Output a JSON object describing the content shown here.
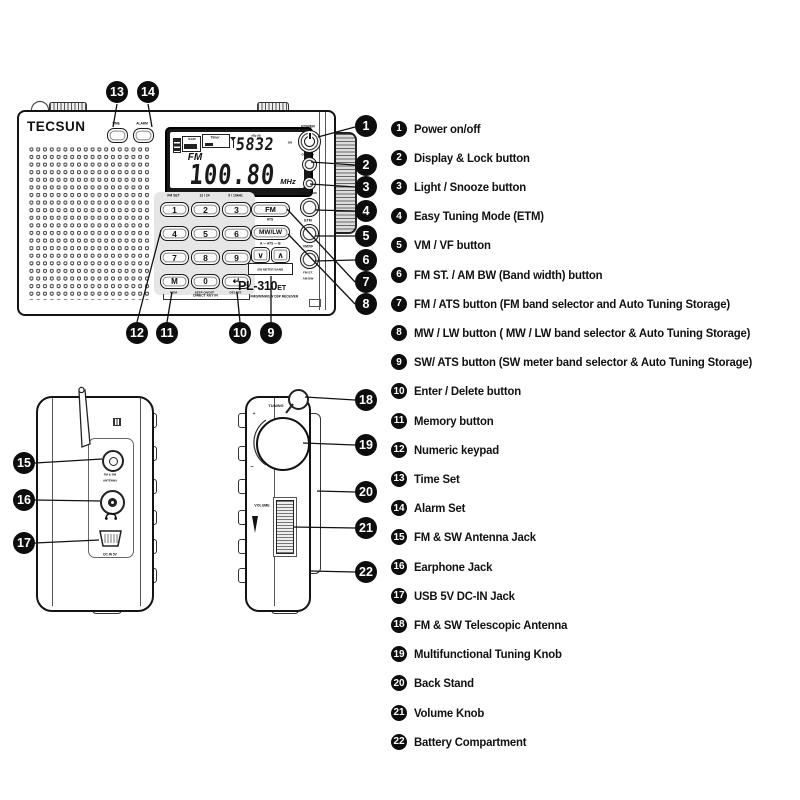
{
  "brand": "TECSUN",
  "model": "PL-310",
  "model_suffix": "ET",
  "tagline": "FM/SW/MW/LW DSP RECEIVER",
  "lcd": {
    "signal": "5832",
    "signal_units": "dBµ   dB",
    "sn": "S/N",
    "band": "FM",
    "freq": "100.80",
    "unit": "MHz",
    "sleep": "SLEEP",
    "timer": "Timer"
  },
  "top_buttons": {
    "time": "TIME",
    "alarm": "ALARM"
  },
  "side_buttons": {
    "power": "POWER",
    "display": "DISPLAY",
    "lock_hint": "[ = ]",
    "light_snooze": "LIGHT/SNOOZE",
    "etm": "ETM",
    "vmvf": "VM/VF",
    "fmst": "FM ST.",
    "ambw": "AM BW"
  },
  "keypad": {
    "hints": [
      "FM SET",
      "12 / 24",
      "9 / 10kHz"
    ],
    "keys": [
      "1",
      "2",
      "3",
      "4",
      "5",
      "6",
      "7",
      "8",
      "9"
    ],
    "m_key": "M",
    "m_hint": "MEM",
    "zero_key": "0",
    "zero_hint": "BEEP ON/OFF",
    "enter_key": "↵",
    "enter_hint": "DELETE",
    "direct_key_in": "DIRECT KEY IN"
  },
  "band_keys": {
    "fm": "FM",
    "ats": "ATS",
    "mwlw": "MW/LW",
    "ats_ab": "A — ATS — B",
    "down": "∨",
    "up": "∧",
    "sw_meter": "SW METER BAND"
  },
  "left_side": {
    "antenna_jack_line1": "FM & SW",
    "antenna_jack_line2": "ANTENNA",
    "dc": "DC IN 5V"
  },
  "right_side": {
    "tuning": "TUNING",
    "plus": "+",
    "minus": "−",
    "volume": "VOLUME"
  },
  "legend": {
    "items": [
      {
        "num": "1",
        "label": "Power on/off"
      },
      {
        "num": "2",
        "label": "Display & Lock button"
      },
      {
        "num": "3",
        "label": "Light / Snooze button"
      },
      {
        "num": "4",
        "label": "Easy Tuning Mode (ETM)"
      },
      {
        "num": "5",
        "label": "VM / VF button"
      },
      {
        "num": "6",
        "label": "FM ST. / AM BW (Band width) button"
      },
      {
        "num": "7",
        "label": "FM / ATS button (FM band selector and Auto Tuning Storage)"
      },
      {
        "num": "8",
        "label": "MW / LW button ( MW / LW band selector & Auto Tuning Storage)"
      },
      {
        "num": "9",
        "label": "SW/ ATS button (SW meter band selector & Auto Tuning Storage)"
      },
      {
        "num": "10",
        "label": "Enter / Delete button"
      },
      {
        "num": "11",
        "label": "Memory button"
      },
      {
        "num": "12",
        "label": "Numeric keypad"
      },
      {
        "num": "13",
        "label": "Time Set"
      },
      {
        "num": "14",
        "label": "Alarm Set"
      },
      {
        "num": "15",
        "label": "FM & SW Antenna Jack"
      },
      {
        "num": "16",
        "label": "Earphone Jack"
      },
      {
        "num": "17",
        "label": "USB 5V DC-IN Jack"
      },
      {
        "num": "18",
        "label": "FM & SW Telescopic Antenna"
      },
      {
        "num": "19",
        "label": "Multifunctional Tuning Knob"
      },
      {
        "num": "20",
        "label": "Back Stand"
      },
      {
        "num": "21",
        "label": "Volume Knob"
      },
      {
        "num": "22",
        "label": "Battery Compartment"
      }
    ]
  }
}
